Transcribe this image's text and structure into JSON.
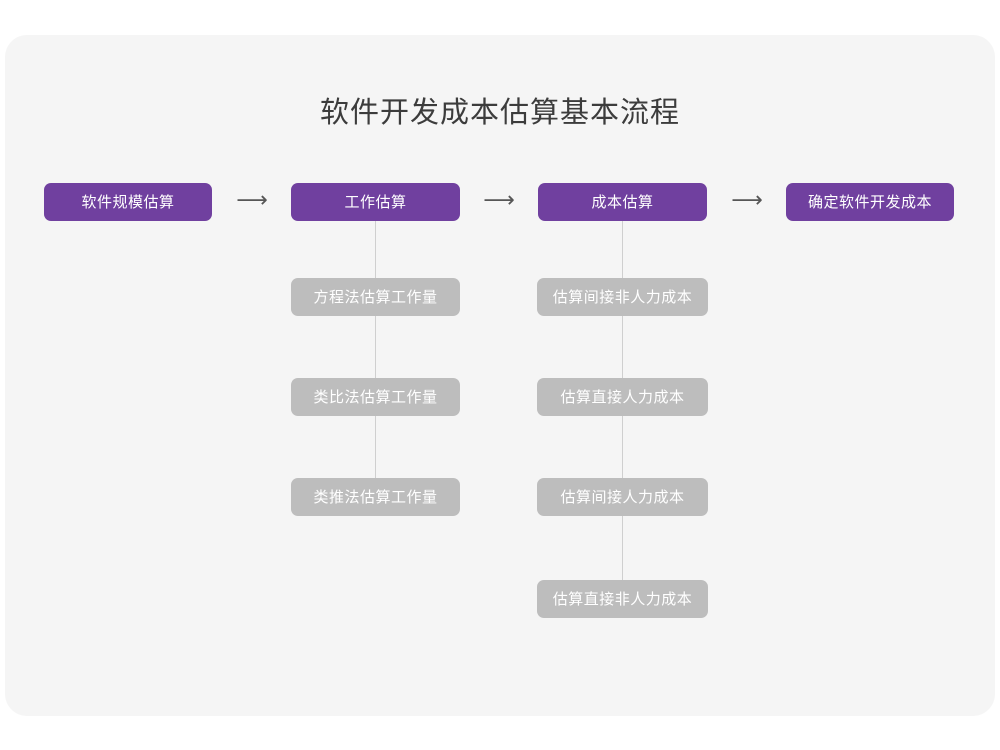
{
  "diagram": {
    "title": "软件开发成本估算基本流程",
    "colors": {
      "page_background": "#ffffff",
      "card_background": "#f5f5f5",
      "primary_node": "#70409f",
      "secondary_node": "#bdbdbd",
      "connector_line": "#cfcfcf",
      "title_text": "#3c3c3c",
      "node_text": "#ffffff",
      "arrow": "#565656"
    },
    "arrow_glyph": "⟶",
    "main_flow": [
      {
        "label": "软件规模估算"
      },
      {
        "label": "工作估算"
      },
      {
        "label": "成本估算"
      },
      {
        "label": "确定软件开发成本"
      }
    ],
    "arrows": [
      {
        "label": "⟶"
      },
      {
        "label": "⟶"
      },
      {
        "label": "⟶"
      }
    ],
    "work_estimation_methods": [
      {
        "label": "方程法估算工作量"
      },
      {
        "label": "类比法估算工作量"
      },
      {
        "label": "类推法估算工作量"
      }
    ],
    "cost_estimation_items": [
      {
        "label": "估算间接非人力成本"
      },
      {
        "label": "估算直接人力成本"
      },
      {
        "label": "估算间接人力成本"
      },
      {
        "label": "估算直接非人力成本"
      }
    ]
  }
}
